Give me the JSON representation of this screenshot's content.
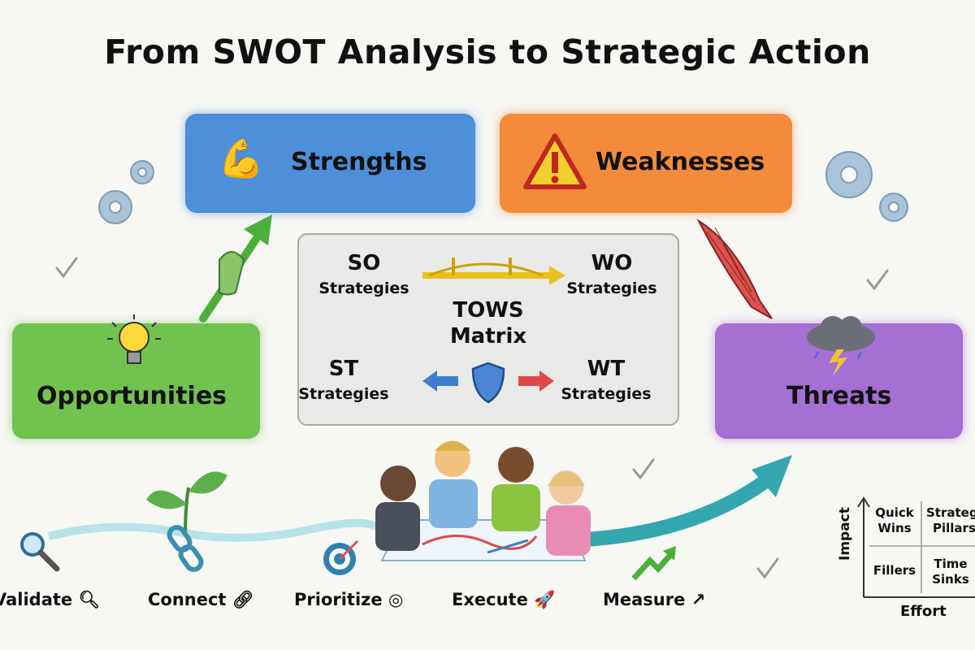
{
  "title": "From SWOT Analysis to Strategic Action",
  "quadrants": {
    "strengths": {
      "label": "Strengths",
      "color": "#4d8fd8",
      "icon": "flexed-bicep-icon"
    },
    "weaknesses": {
      "label": "Weaknesses",
      "color": "#f38b3b",
      "icon": "warning-icon"
    },
    "opportunities": {
      "label": "Opportunities",
      "color": "#72c24f",
      "icon": "lightbulb-icon"
    },
    "threats": {
      "label": "Threats",
      "color": "#a56fd3",
      "icon": "storm-cloud-icon"
    }
  },
  "tows": {
    "title_line1": "TOWS",
    "title_line2": "Matrix",
    "so": {
      "code": "SO",
      "label": "Strategies"
    },
    "wo": {
      "code": "WO",
      "label": "Strategies"
    },
    "st": {
      "code": "ST",
      "label": "Strategies"
    },
    "wt": {
      "code": "WT",
      "label": "Strategies"
    }
  },
  "steps": [
    {
      "label": "Validate",
      "icon": "magnifier-icon"
    },
    {
      "label": "Connect",
      "icon": "chain-link-icon"
    },
    {
      "label": "Prioritize",
      "icon": "target-icon"
    },
    {
      "label": "Execute",
      "icon": "rocket-icon"
    },
    {
      "label": "Measure",
      "icon": "trend-arrow-icon"
    }
  ],
  "priority_matrix": {
    "y_axis": "Impact",
    "x_axis": "Effort",
    "cells": {
      "top_left": [
        "Quick",
        "Wins"
      ],
      "top_right": [
        "Strategic",
        "Pillars"
      ],
      "bottom_left": [
        "Fillers"
      ],
      "bottom_right": [
        "Time",
        "Sinks"
      ]
    }
  }
}
